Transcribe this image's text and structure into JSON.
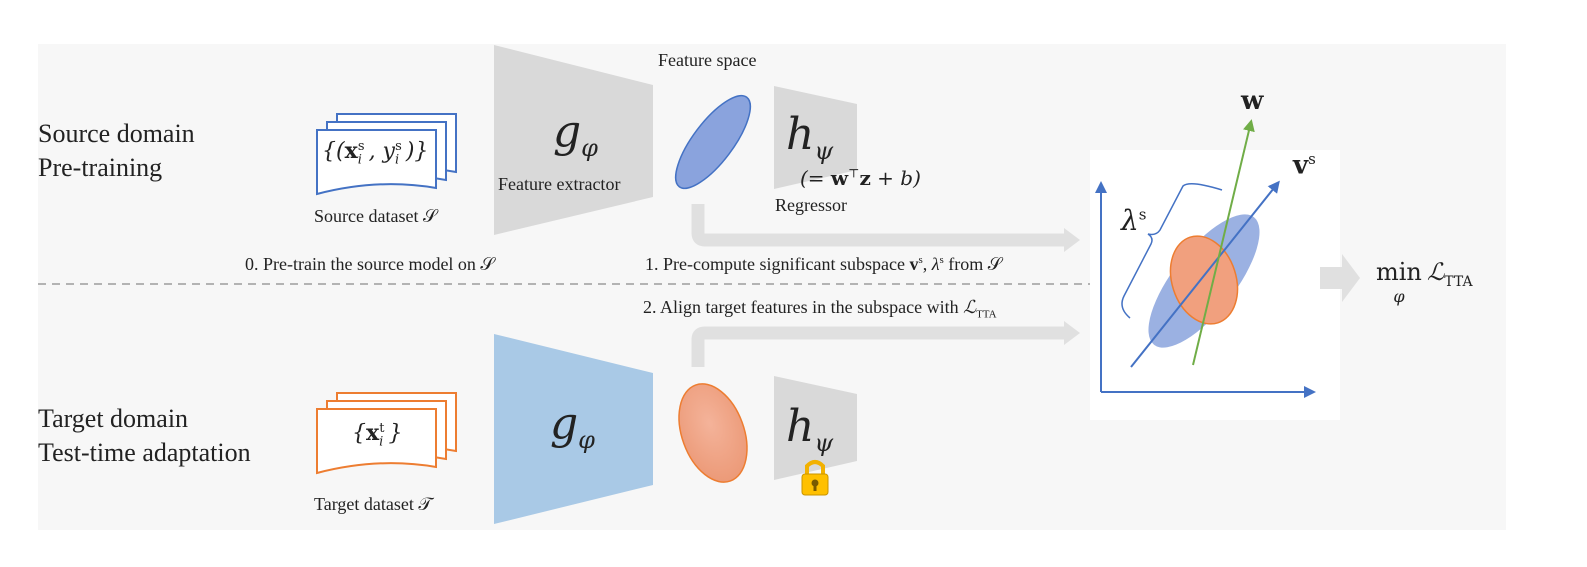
{
  "source": {
    "title_line1": "Source domain",
    "title_line2": "Pre-training",
    "dataset_math": "{(x_i^s, y_i^s)}",
    "dataset_caption": "Source dataset 𝒮",
    "extractor_symbol": "g",
    "extractor_subscript": "φ",
    "extractor_caption": "Feature extractor",
    "feature_space_caption": "Feature space",
    "regressor_symbol": "h",
    "regressor_subscript": "ψ",
    "regressor_formula": "(= w⊤z + b)",
    "regressor_caption": "Regressor"
  },
  "target": {
    "title_line1": "Target domain",
    "title_line2": "Test-time adaptation",
    "dataset_math": "{x_i^t}",
    "dataset_caption": "Target dataset 𝒯",
    "extractor_symbol": "g",
    "extractor_subscript": "φ",
    "regressor_symbol": "h",
    "regressor_subscript": "ψ"
  },
  "steps": {
    "step0": "0. Pre-train the source model on 𝒮",
    "step1": "1. Pre-compute significant subspace vˢ, λˢ from 𝒮",
    "step2": "2. Align target features in the subspace with ℒ_TTA"
  },
  "subspace_plot": {
    "w_label": "w",
    "v_label": "vs",
    "lambda_label": "λs"
  },
  "objective": "min_φ ℒ_TTA",
  "colors": {
    "panel_bg": "#f7f7f7",
    "gray_block": "#d9d9d9",
    "blue_block": "#a9c9e6",
    "source_blue": "#8aa3dd",
    "target_orange": "#f1a07e",
    "axis_blue": "#4472c4",
    "w_green": "#70ad47",
    "orange_border": "#ed7d31",
    "arrow_gray": "#e0e0e0"
  },
  "icons": {
    "lock": "lock-icon"
  }
}
